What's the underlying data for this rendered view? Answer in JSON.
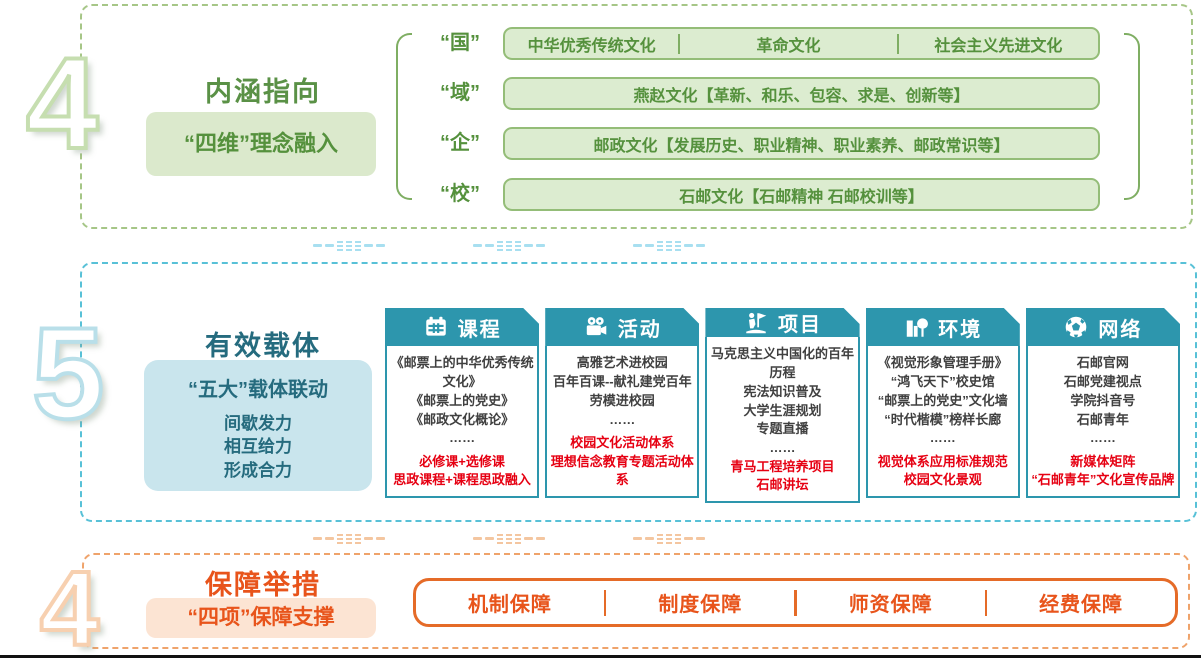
{
  "colors": {
    "green_accent": "#5a9146",
    "green_fill": "#dbe9cc",
    "green_border": "#94bd78",
    "blue_accent": "#256b7e",
    "teal_header": "#2d96ad",
    "blue_fill": "#c9e5ed",
    "orange_accent": "#e8541b",
    "orange_fill": "#fce4d3",
    "orange_border": "#e56b28",
    "highlight_red": "#e60012",
    "body_text": "#404040"
  },
  "sections": {
    "connotation": {
      "number": "4",
      "title": "内涵指向",
      "badge": "“四维”理念融入",
      "rows": [
        {
          "label": "“国”",
          "items": [
            "中华优秀传统文化",
            "革命文化",
            "社会主义先进文化"
          ]
        },
        {
          "label": "“域”",
          "text": "燕赵文化【革新、和乐、包容、求是、创新等】"
        },
        {
          "label": "“企”",
          "text": "邮政文化【发展历史、职业精神、职业素养、邮政常识等】"
        },
        {
          "label": "“校”",
          "text": "石邮文化【石邮精神 石邮校训等】"
        }
      ]
    },
    "carriers": {
      "number": "5",
      "title": "有效载体",
      "badge_line1": "“五大”载体联动",
      "badge_lines": [
        "间歇发力",
        "相互给力",
        "形成合力"
      ],
      "cards": [
        {
          "icon": "calendar-icon",
          "title": "课程",
          "body": [
            "《邮票上的中华优秀传统文化》",
            "《邮票上的党史》",
            "《邮政文化概论》",
            "……"
          ],
          "highlight": [
            "必修课+选修课",
            "思政课程+课程思政融入"
          ]
        },
        {
          "icon": "film-camera-icon",
          "title": "活动",
          "body": [
            "高雅艺术进校园",
            "百年百课--献礼建党百年",
            "劳模进校园",
            "……"
          ],
          "highlight": [
            "校园文化活动体系",
            "理想信念教育专题活动体系"
          ]
        },
        {
          "icon": "flag-bearer-icon",
          "title": "项目",
          "body": [
            "马克思主义中国化的百年历程",
            "宪法知识普及",
            "大学生涯规划",
            "专题直播",
            "……"
          ],
          "highlight": [
            "青马工程培养项目",
            "石邮讲坛"
          ]
        },
        {
          "icon": "building-tree-icon",
          "title": "环境",
          "body": [
            "《视觉形象管理手册》",
            "“鸿飞天下”校史馆",
            "“邮票上的党史”文化墙",
            "“时代楷模”榜样长廊",
            "……"
          ],
          "highlight": [
            "视觉体系应用标准规范",
            "校园文化景观"
          ]
        },
        {
          "icon": "globe-icon",
          "title": "网络",
          "body": [
            "石邮官网",
            "石邮党建视点",
            "学院抖音号",
            "石邮青年",
            "……"
          ],
          "highlight": [
            "新媒体矩阵",
            "“石邮青年”文化宣传品牌"
          ]
        }
      ]
    },
    "guarantee": {
      "number": "4",
      "title": "保障举措",
      "badge": "“四项”保障支撑",
      "items": [
        "机制保障",
        "制度保障",
        "师资保障",
        "经费保障"
      ]
    }
  }
}
